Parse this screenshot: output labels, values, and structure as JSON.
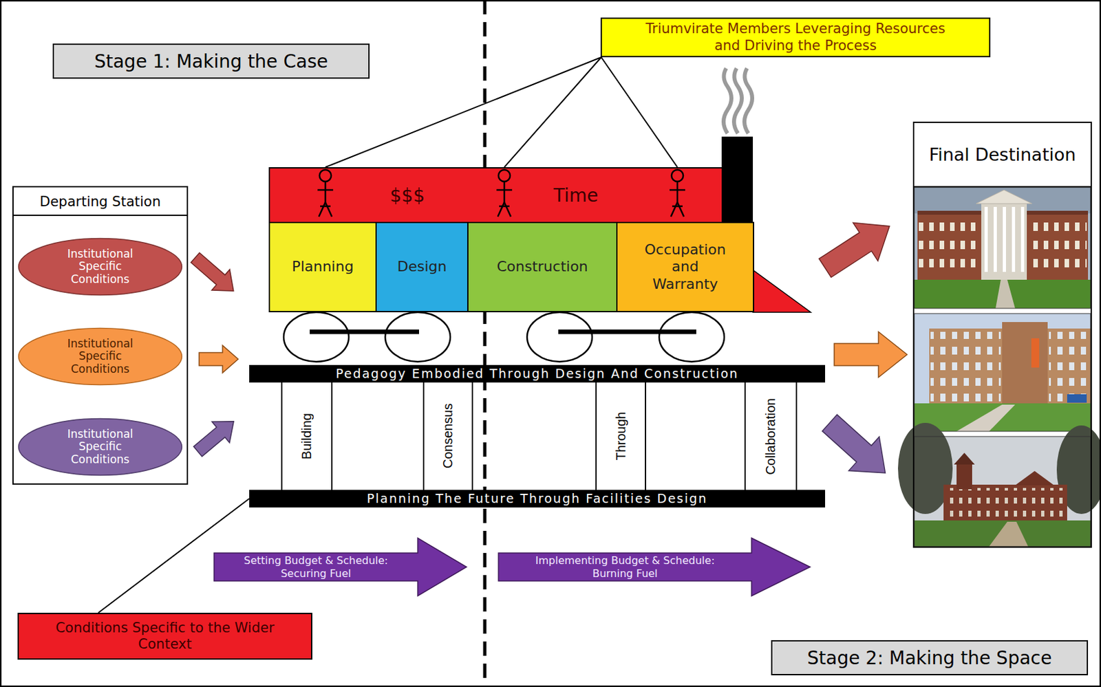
{
  "diagram": {
    "nodes": [
      {
        "text": [
          "Stage 1: Making the Case"
        ]
      },
      {
        "text": [
          "Triumvirate Members Leveraging Resources and Driving the Process"
        ]
      },
      {
        "text": [
          "Departing Station"
        ]
      },
      {
        "text": [
          "Institutional Specific Conditions"
        ],
        "in": 2
      },
      {
        "text": [
          "Institutional Specific Conditions"
        ],
        "in": 2
      },
      {
        "text": [
          "Institutional Specific Conditions"
        ],
        "in": 2
      },
      {
        "text": [
          "$$$",
          "Time"
        ]
      },
      {
        "text": [
          "Planning"
        ]
      },
      {
        "text": [
          "Design"
        ]
      },
      {
        "text": [
          "Construction"
        ]
      },
      {
        "text": [
          "Occupation and Warranty"
        ]
      },
      {
        "text": [
          "Final Destination"
        ]
      },
      {
        "text": [
          "Pedagogy Embodied Through Design And Construction"
        ]
      },
      {
        "text": [
          "Building"
        ]
      },
      {
        "text": [
          "Consensus"
        ]
      },
      {
        "text": [
          "Through"
        ]
      },
      {
        "text": [
          "Collaboration"
        ]
      },
      {
        "text": [
          "Planning The Future Through Facilities Design"
        ]
      },
      {
        "text": [
          "Setting Budget & Schedule: Securing Fuel"
        ]
      },
      {
        "text": [
          "Implementing Budget & Schedule: Burning Fuel"
        ]
      },
      {
        "text": [
          "Conditions Specific to the Wider Context"
        ]
      },
      {
        "text": [
          "Stage 2: Making the Space"
        ]
      }
    ],
    "edges": [
      {
        "from": 1,
        "to": 6,
        "arrow": "none"
      },
      {
        "from": 20,
        "to": 17,
        "arrow": "none"
      }
    ]
  }
}
